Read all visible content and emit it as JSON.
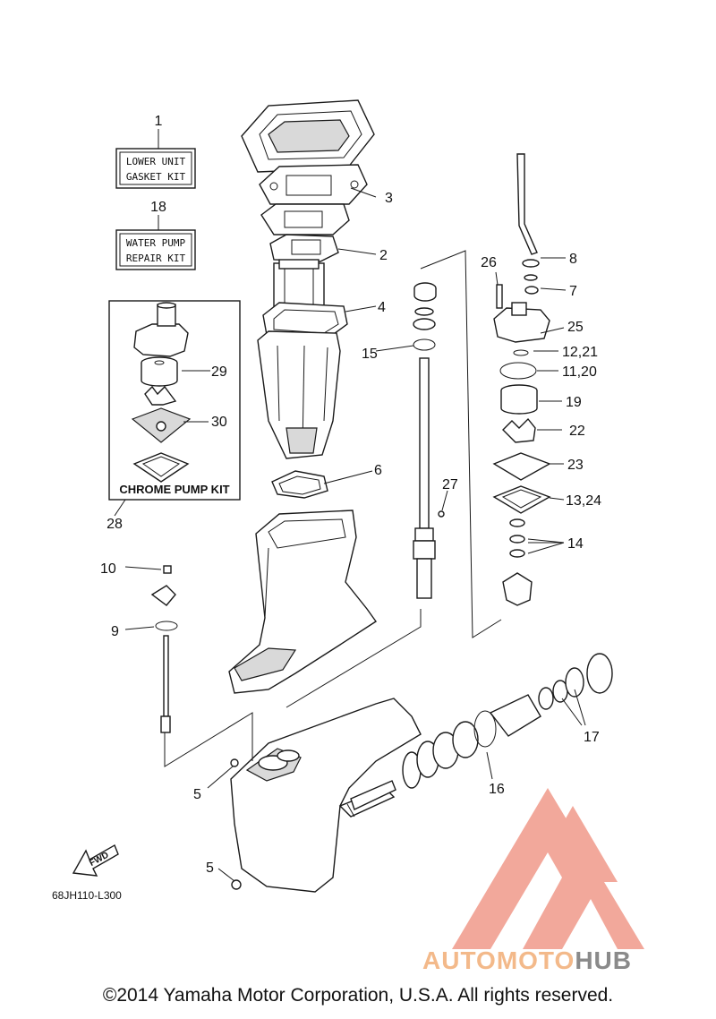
{
  "labels": {
    "kit_lower_line1": "LOWER UNIT",
    "kit_lower_line2": "GASKET KIT",
    "kit_water_line1": "WATER PUMP",
    "kit_water_line2": "REPAIR KIT",
    "chrome_kit": "CHROME PUMP KIT",
    "diagram_code": "68JH110-L300",
    "fwd": "FWD"
  },
  "callouts": {
    "c1": "1",
    "c2": "2",
    "c3": "3",
    "c4": "4",
    "c5a": "5",
    "c5b": "5",
    "c6": "6",
    "c7": "7",
    "c8": "8",
    "c9": "9",
    "c10": "10",
    "c11_20": "11,20",
    "c12_21": "12,21",
    "c13_24": "13,24",
    "c14": "14",
    "c15": "15",
    "c16": "16",
    "c17": "17",
    "c18": "18",
    "c19": "19",
    "c22": "22",
    "c23": "23",
    "c25": "25",
    "c26": "26",
    "c27": "27",
    "c28": "28",
    "c29": "29",
    "c30": "30"
  },
  "brand": {
    "part1": "AUTOMOTO",
    "part2": "HUB",
    "color1": "#f3b98a",
    "color2": "#8a8a8a",
    "logo_color": "#ee8a7a"
  },
  "copyright": "©2014 Yamaha Motor Corporation, U.S.A. All rights reserved."
}
